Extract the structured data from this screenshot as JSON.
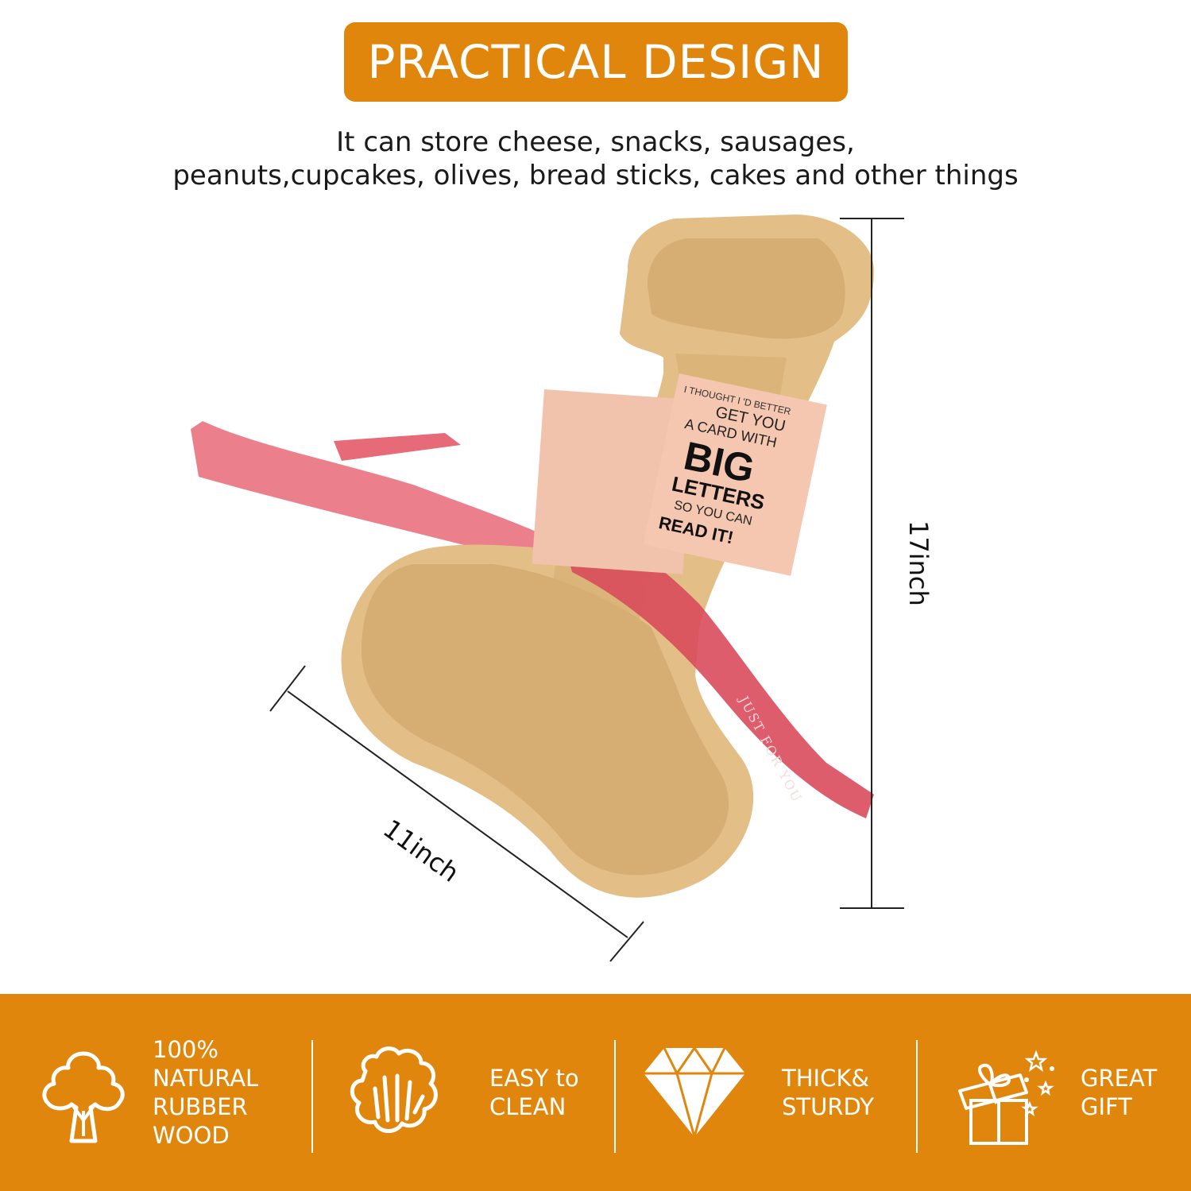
{
  "colors": {
    "accent": "#E0860C",
    "wood": "#E3BE86",
    "wood_dark": "#C99A5C",
    "ribbon": "#D94B5C",
    "card": "#F2C3AC"
  },
  "header": {
    "title": "PRACTICAL DESIGN",
    "subtitle_line1": "It can store cheese, snacks, sausages,",
    "subtitle_line2": "peanuts,cupcakes, olives, bread sticks, cakes and other things"
  },
  "product": {
    "height_label": "17inch",
    "width_label": "11inch",
    "card": {
      "line1": "I THOUGHT I 'D BETTER",
      "line2": "GET YOU",
      "line3": "A CARD WITH",
      "line4": "BIG",
      "line5": "LETTERS",
      "line6": "SO YOU CAN",
      "line7": "READ IT!"
    },
    "ribbon_text": "JUST FOR YOU"
  },
  "features": [
    {
      "icon": "tree-icon",
      "label": "100%\nNATURAL\nRUBBER\nWOOD"
    },
    {
      "icon": "hand-cleaning-icon",
      "label": "EASY to\nCLEAN"
    },
    {
      "icon": "diamond-icon",
      "label": "THICK&\nSTURDY"
    },
    {
      "icon": "gift-box-icon",
      "label": "GREAT\nGIFT"
    }
  ]
}
